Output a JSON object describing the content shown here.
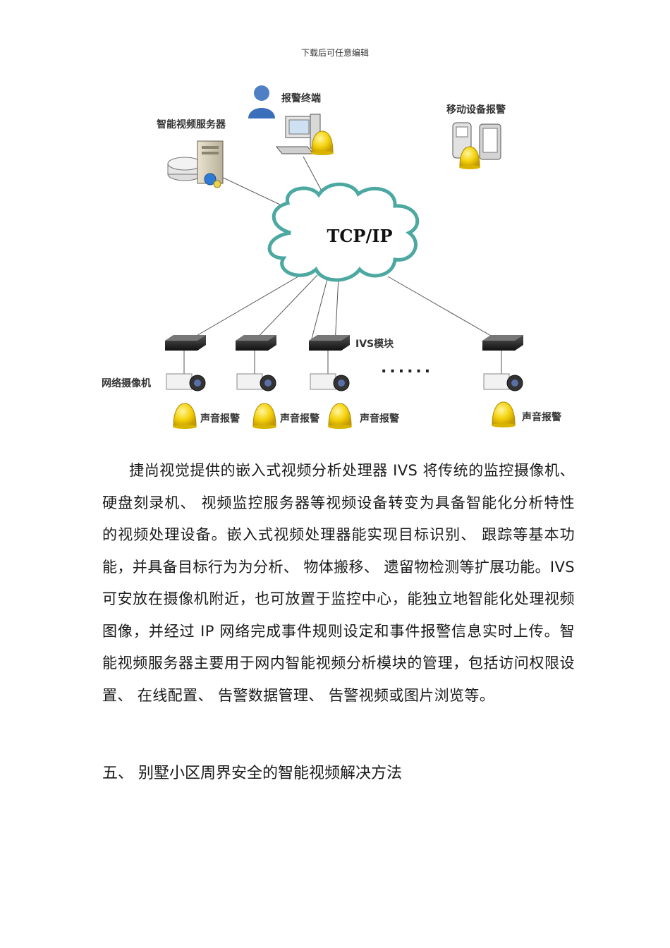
{
  "header": {
    "text": "下载后可任意编辑"
  },
  "diagram": {
    "network_label": "TCP/IP",
    "server_label": "智能视频服务器",
    "terminal_label": "报警终端",
    "mobile_label": "移动设备报警",
    "camera_label": "网络摄像机",
    "module_label": "IVS模块",
    "ellipsis": "......",
    "sound_alarm_labels": [
      "声音报警",
      "声音报警",
      "声音报警",
      "声音报警"
    ]
  },
  "body": {
    "paragraph": "捷尚视觉提供的嵌入式视频分析处理器 IVS 将传统的监控摄像机、 硬盘刻录机、 视频监控服务器等视频设备转变为具备智能化分析特性的视频处理设备。嵌入式视频处理器能实现目标识别、 跟踪等基本功能，并具备目标行为为分析、 物体搬移、 遗留物检测等扩展功能。IVS 可安放在摄像机附近，也可放置于监控中心，能独立地智能化处理视频图像，并经过 IP 网络完成事件规则设定和事件报警信息实时上传。智能视频服务器主要用于网内智能视频分析模块的管理，包括访问权限设置、 在线配置、 告警数据管理、 告警视频或图片浏览等。",
    "section_heading": "五、  别墅小区周界安全的智能视频解决方法"
  }
}
